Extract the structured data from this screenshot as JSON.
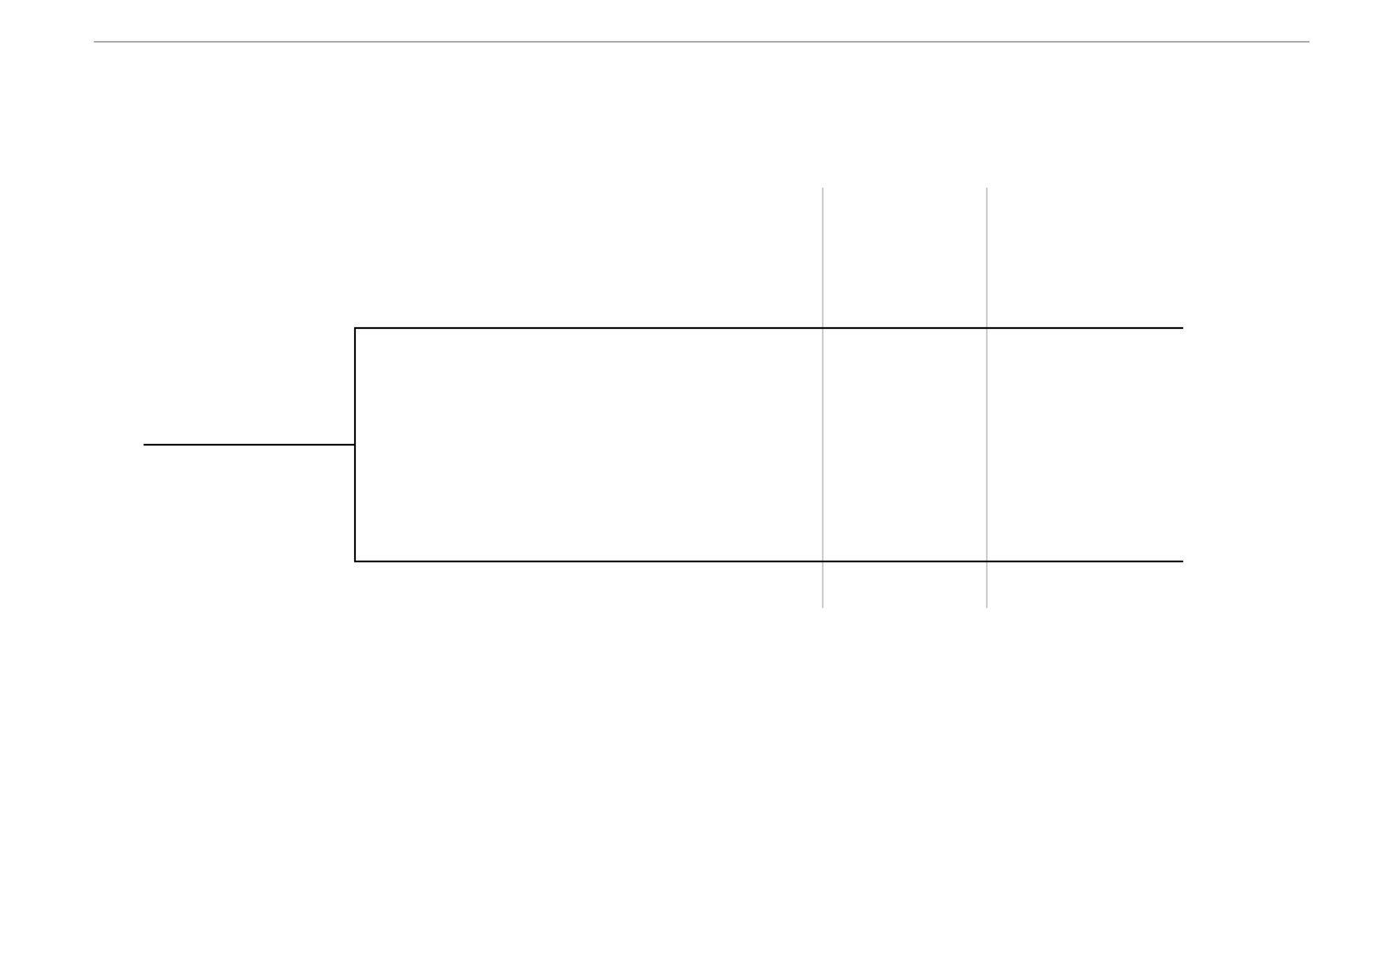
{
  "diagram": {
    "type": "dendrogram",
    "orientation": "left-to-right",
    "leaf_count": 2,
    "root": {
      "children": [
        {
          "children": []
        },
        {
          "children": []
        }
      ]
    },
    "reference_line_count": 2,
    "colors": {
      "background": "#ffffff",
      "branch": "#000000",
      "reference_line": "#a6a6a6",
      "header_rule": "#8c8c8c"
    }
  }
}
